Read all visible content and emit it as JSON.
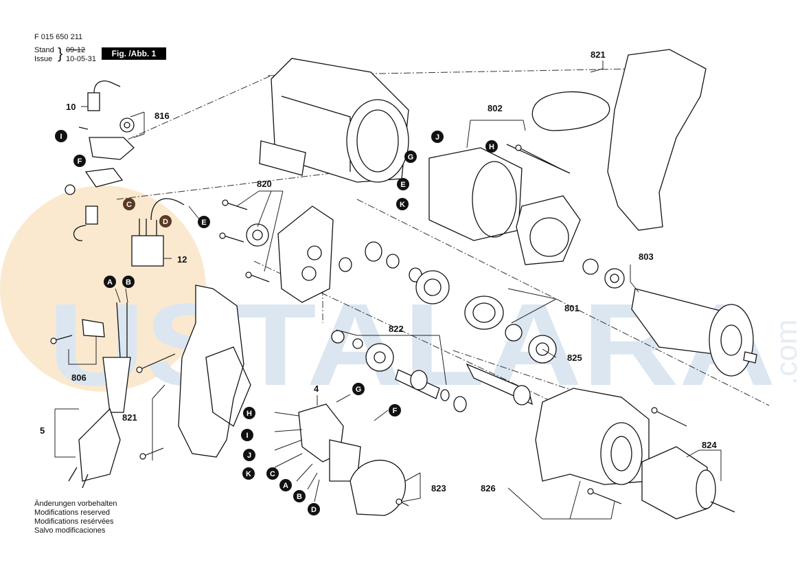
{
  "header": {
    "part_number": "F 015 650 211",
    "stand_label": "Stand",
    "stand_value": "09-12",
    "issue_label": "Issue",
    "issue_value": "10-05-31",
    "figure": "Fig. /Abb. 1"
  },
  "watermark": {
    "main": "USTALARA",
    "suffix": ".com",
    "colors": {
      "letters": "#dbe6f1",
      "sun": "#fbe9cf"
    }
  },
  "part_labels": [
    "10",
    "816",
    "820",
    "802",
    "821",
    "803",
    "801",
    "822",
    "825",
    "806",
    "821",
    "4",
    "5",
    "823",
    "826",
    "824",
    "12"
  ],
  "connector_badges": [
    "J",
    "H",
    "G",
    "E",
    "K",
    "I",
    "F",
    "C",
    "D",
    "E",
    "A",
    "B",
    "G",
    "F",
    "H",
    "I",
    "J",
    "K",
    "C",
    "A",
    "B",
    "D"
  ],
  "footer_notes": [
    "Änderungen vorbehalten",
    "Modifications reserved",
    "Modifications resérvées",
    "Salvo modificaciones"
  ],
  "colors": {
    "badge_black": "#111111",
    "badge_brown": "#5a3a22",
    "line": "#222222"
  }
}
